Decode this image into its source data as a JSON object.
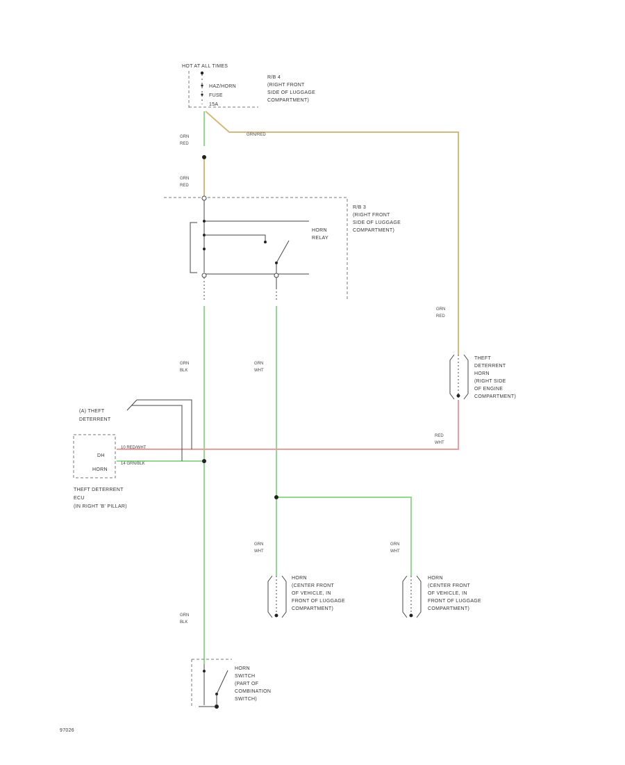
{
  "colors": {
    "green": "#8fdc8f",
    "orange": "#d8b878",
    "red": "#f49a9a",
    "line": "#444444"
  },
  "labels": {
    "hot_at_all_times": "HOT AT ALL TIMES",
    "fuse_name": "HAZ/HORN",
    "fuse_word": "FUSE",
    "fuse_amp": "15A",
    "fuse_location": [
      "R/B 4",
      "(RIGHT FRONT",
      "SIDE OF LUGGAGE",
      "COMPARTMENT)"
    ],
    "relay_location": [
      "R/B 3",
      "(RIGHT FRONT",
      "SIDE OF LUGGAGE",
      "COMPARTMENT)"
    ],
    "relay_name": [
      "HORN",
      "RELAY"
    ],
    "theft_horn": [
      "THEFT",
      "DETERRENT",
      "HORN",
      "(RIGHT SIDE",
      "OF ENGINE",
      "COMPARTMENT)"
    ],
    "ecu_connector": [
      "(A) THEFT",
      "DETERRENT"
    ],
    "ecu_pins": [
      "DH",
      "HORN"
    ],
    "ecu_name": [
      "THEFT DETERRENT",
      "ECU",
      "(IN RIGHT 'B' PILLAR)"
    ],
    "horn_left": [
      "HORN",
      "(CENTER FRONT",
      "OF VEHICLE, IN",
      "FRONT OF LUGGAGE",
      "COMPARTMENT)"
    ],
    "horn_right": [
      "HORN",
      "(CENTER FRONT",
      "OF VEHICLE, IN",
      "FRONT OF LUGGAGE",
      "COMPARTMENT)"
    ],
    "horn_switch": [
      "HORN",
      "SWITCH",
      "(PART OF",
      "COMBINATION",
      "SWITCH)"
    ],
    "footer": "97026"
  },
  "wires": {
    "w1": [
      "GRN",
      "RED"
    ],
    "w2": [
      "GRN",
      "RED"
    ],
    "w3": [
      "GRN",
      "BLK"
    ],
    "w4": [
      "GRN",
      "WHT"
    ],
    "w5": [
      "GRN",
      "RED"
    ],
    "w6": [
      "RED",
      "WHT"
    ],
    "w7": [
      "GRN",
      "WHT"
    ],
    "w8": [
      "GRN",
      "WHT"
    ],
    "w9": [
      "GRN",
      "BLK"
    ],
    "orange_tag": "GRN/RED",
    "red_tag": "10 RED/WHT",
    "green_tag": "14 GRN/BLK"
  }
}
